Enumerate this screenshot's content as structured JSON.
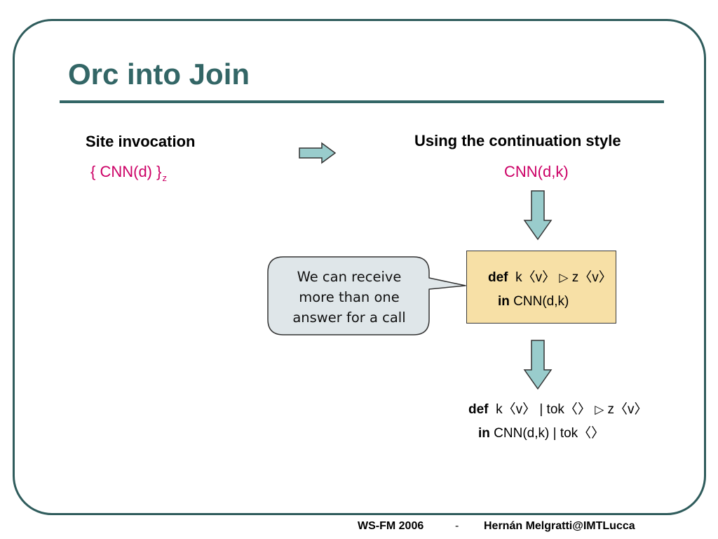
{
  "slide": {
    "title": "Orc into Join"
  },
  "left": {
    "heading": "Site invocation",
    "expr": "{ CNN(d) }",
    "expr_subscript": "z"
  },
  "right": {
    "heading": "Using the continuation style",
    "expr": "CNN(d,k)"
  },
  "def_box": {
    "line1_keyword": "def",
    "line1_head": "k〈v〉",
    "line1_op": "▷",
    "line1_tail": "z〈v〉",
    "line2_keyword": "in",
    "line2_body": "CNN(d,k)"
  },
  "callout": {
    "lines": [
      "We can receive",
      "more than one",
      "answer for a call"
    ]
  },
  "final_def": {
    "line1_keyword": "def",
    "line1_head": "k〈v〉 | tok〈〉",
    "line1_op": "▷",
    "line1_tail": "z〈v〉",
    "line2_keyword": "in",
    "line2_body": "CNN(d,k) | tok〈〉"
  },
  "footer": {
    "left": "WS-FM 2006",
    "separator": "-",
    "right": "Hernán Melgratti@IMTLucca"
  },
  "colors": {
    "title": "#336666",
    "accent_magenta": "#cc0066",
    "arrow_fill": "#99cccc",
    "box_fill": "#f7e0a6",
    "callout_fill": "#dfe6e9"
  },
  "icons": {
    "right_arrow": "block-arrow-right-icon",
    "down_arrow": "block-arrow-down-icon"
  }
}
